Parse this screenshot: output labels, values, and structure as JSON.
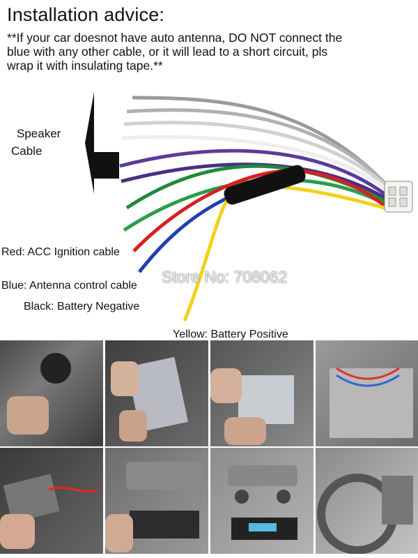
{
  "heading": "Installation advice:",
  "notice_lines": [
    "**If your car doesnot have auto antenna, DO NOT connect the",
    "blue with any other cable, or it will lead to a short circuit, pls",
    "wrap it with insulating tape.**"
  ],
  "speaker": {
    "line1": "Speaker",
    "line2": "Cable"
  },
  "labels": {
    "red": "Red: ACC Ignition cable",
    "blue": "Blue: Antenna control cable",
    "black": "Black: Battery Negative",
    "yellow": "Yellow: Battery Positive"
  },
  "watermark": "Store No: 708062",
  "wire_colors": {
    "gray": "#9a9a9a",
    "white": "#e8e8e8",
    "purple": "#5b3b9a",
    "green": "#1f8a3c",
    "red": "#d81f1f",
    "blue": "#1e3fb0",
    "yellow": "#f2d21b",
    "black": "#111111"
  },
  "photos": [
    {
      "name": "photo-remove-panel"
    },
    {
      "name": "photo-pull-radio"
    },
    {
      "name": "photo-cage-insert"
    },
    {
      "name": "photo-empty-slot"
    },
    {
      "name": "photo-connect-wiring"
    },
    {
      "name": "photo-insert-radio"
    },
    {
      "name": "photo-installed-radio"
    },
    {
      "name": "photo-dashboard-view"
    }
  ]
}
